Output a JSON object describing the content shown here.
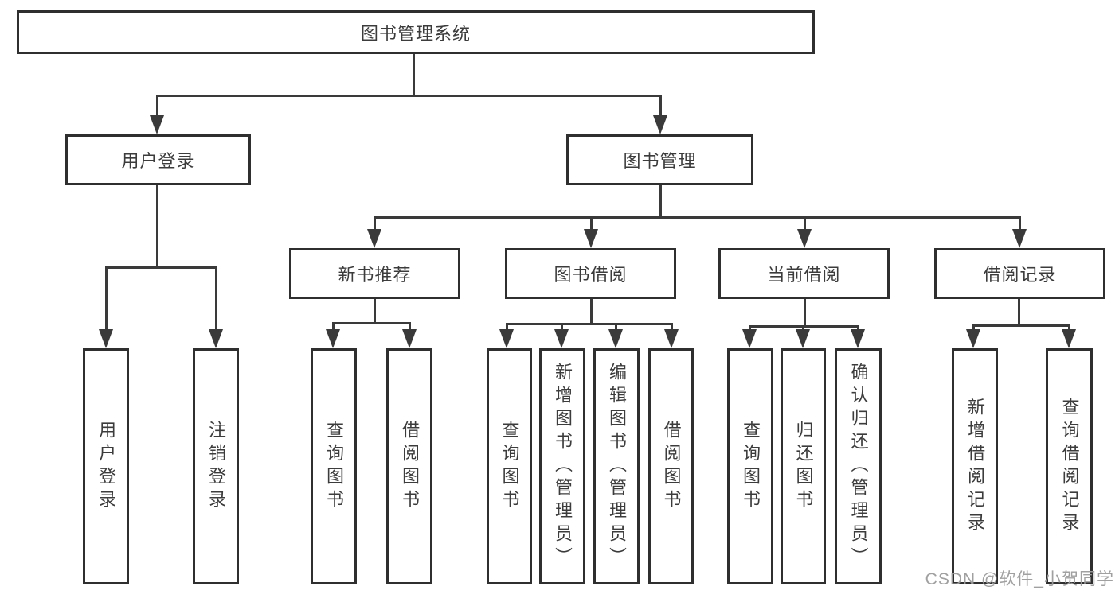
{
  "diagram": {
    "type": "hierarchy-tree",
    "title": "图书管理系统",
    "nodes": {
      "root": "图书管理系统",
      "level2": [
        "用户登录",
        "图书管理"
      ],
      "level3": [
        "新书推荐",
        "图书借阅",
        "当前借阅",
        "借阅记录"
      ],
      "leaves_user_login": [
        "用户登录",
        "注销登录"
      ],
      "leaves_new_book": [
        "查询图书",
        "借阅图书"
      ],
      "leaves_book_borrow": [
        "查询图书",
        "新增图书（管理员）",
        "编辑图书（管理员）",
        "借阅图书"
      ],
      "leaves_current_borrow": [
        "查询图书",
        "归还图书",
        "确认归还（管理员）"
      ],
      "leaves_borrow_record": [
        "新增借阅记录",
        "查询借阅记录"
      ]
    },
    "edges": [
      "图书管理系统 -> 用户登录",
      "图书管理系统 -> 图书管理",
      "用户登录 -> 用户登录(叶), 注销登录",
      "图书管理 -> 新书推荐, 图书借阅, 当前借阅, 借阅记录",
      "新书推荐 -> 查询图书, 借阅图书",
      "图书借阅 -> 查询图书, 新增图书（管理员）, 编辑图书（管理员）, 借阅图书",
      "当前借阅 -> 查询图书, 归还图书, 确认归还（管理员）",
      "借阅记录 -> 新增借阅记录, 查询借阅记录"
    ],
    "colors": {
      "background": "#ffffff",
      "box_border": "#2f2f2f",
      "line": "#3a3a3a",
      "text": "#3c3c3c",
      "watermark": "#9b9b9b"
    }
  },
  "watermark": "CSDN @软件_小贺同学"
}
